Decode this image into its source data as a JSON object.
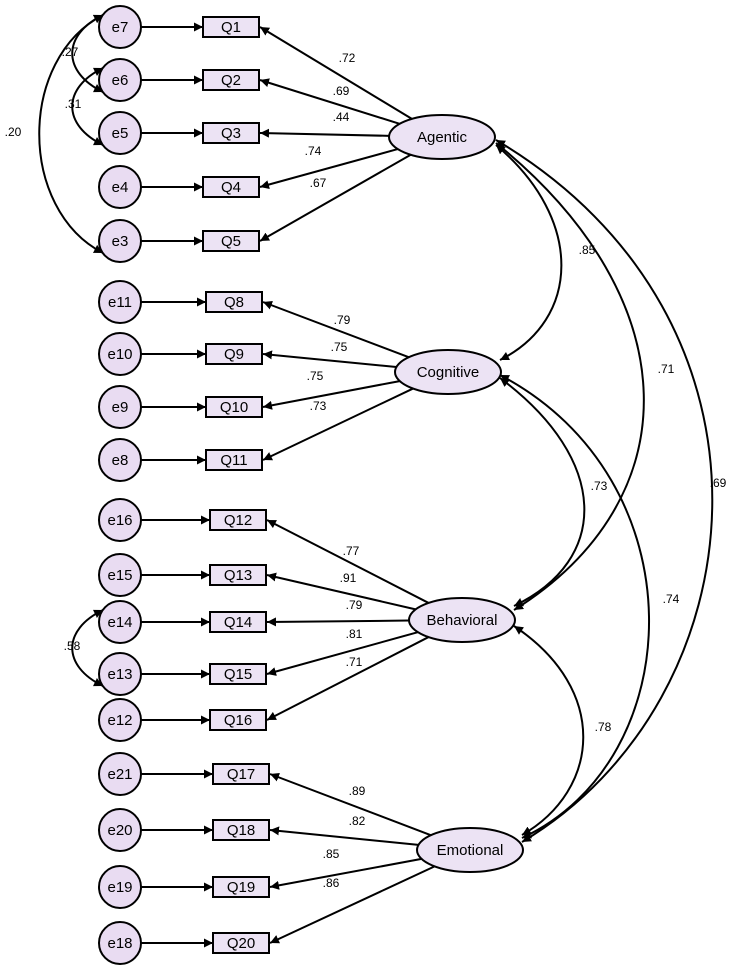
{
  "colors": {
    "node_fill": "#ece3f4",
    "error_fill": "#e9dcf2",
    "stroke": "#000000"
  },
  "factors": [
    {
      "id": "agentic",
      "label": "Agentic"
    },
    {
      "id": "cognitive",
      "label": "Cognitive"
    },
    {
      "id": "behavioral",
      "label": "Behavioral"
    },
    {
      "id": "emotional",
      "label": "Emotional"
    }
  ],
  "indicators": [
    {
      "label": "Q1",
      "error": "e7",
      "loading": ".72",
      "factor": "agentic"
    },
    {
      "label": "Q2",
      "error": "e6",
      "loading": ".69",
      "factor": "agentic"
    },
    {
      "label": "Q3",
      "error": "e5",
      "loading": ".44",
      "factor": "agentic"
    },
    {
      "label": "Q4",
      "error": "e4",
      "loading": ".74",
      "factor": "agentic"
    },
    {
      "label": "Q5",
      "error": "e3",
      "loading": ".67",
      "factor": "agentic"
    },
    {
      "label": "Q8",
      "error": "e11",
      "loading": ".79",
      "factor": "cognitive"
    },
    {
      "label": "Q9",
      "error": "e10",
      "loading": ".75",
      "factor": "cognitive"
    },
    {
      "label": "Q10",
      "error": "e9",
      "loading": ".75",
      "factor": "cognitive"
    },
    {
      "label": "Q11",
      "error": "e8",
      "loading": ".73",
      "factor": "cognitive"
    },
    {
      "label": "Q12",
      "error": "e16",
      "loading": ".77",
      "factor": "behavioral"
    },
    {
      "label": "Q13",
      "error": "e15",
      "loading": ".91",
      "factor": "behavioral"
    },
    {
      "label": "Q14",
      "error": "e14",
      "loading": ".79",
      "factor": "behavioral"
    },
    {
      "label": "Q15",
      "error": "e13",
      "loading": ".81",
      "factor": "behavioral"
    },
    {
      "label": "Q16",
      "error": "e12",
      "loading": ".71",
      "factor": "behavioral"
    },
    {
      "label": "Q17",
      "error": "e21",
      "loading": ".89",
      "factor": "emotional"
    },
    {
      "label": "Q18",
      "error": "e20",
      "loading": ".82",
      "factor": "emotional"
    },
    {
      "label": "Q19",
      "error": "e19",
      "loading": ".85",
      "factor": "emotional"
    },
    {
      "label": "Q20",
      "error": "e18",
      "loading": ".86",
      "factor": "emotional"
    }
  ],
  "factor_correlations": [
    {
      "from": "agentic",
      "to": "cognitive",
      "value": ".85"
    },
    {
      "from": "agentic",
      "to": "behavioral",
      "value": ".71"
    },
    {
      "from": "agentic",
      "to": "emotional",
      "value": ".69"
    },
    {
      "from": "cognitive",
      "to": "behavioral",
      "value": ".73"
    },
    {
      "from": "cognitive",
      "to": "emotional",
      "value": ".74"
    },
    {
      "from": "behavioral",
      "to": "emotional",
      "value": ".78"
    }
  ],
  "error_covariances": [
    {
      "from": "e7",
      "to": "e6",
      "value": ".27"
    },
    {
      "from": "e6",
      "to": "e5",
      "value": ".31"
    },
    {
      "from": "e7",
      "to": "e3",
      "value": ".20"
    },
    {
      "from": "e14",
      "to": "e13",
      "value": ".58"
    }
  ]
}
